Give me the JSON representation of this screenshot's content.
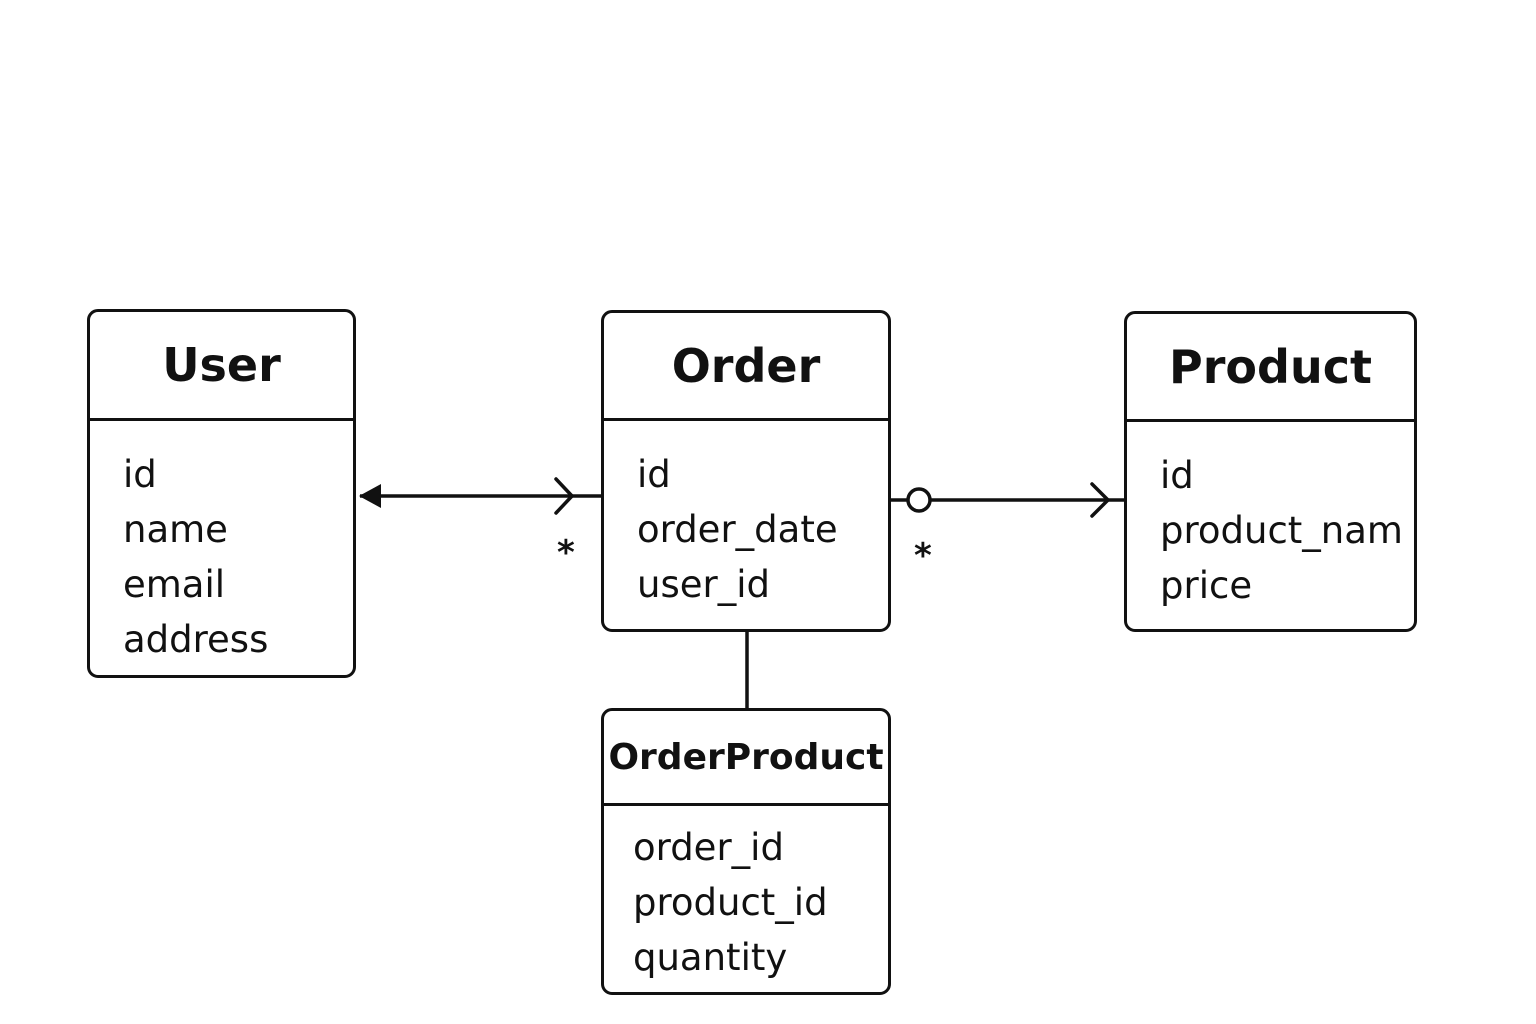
{
  "diagram": {
    "entities": {
      "user": {
        "title": "User",
        "fields": [
          "id",
          "name",
          "email",
          "address"
        ]
      },
      "order": {
        "title": "Order",
        "fields": [
          "id",
          "order_date",
          "user_id"
        ]
      },
      "product": {
        "title": "Product",
        "fields": [
          "id",
          "product_nam",
          "price"
        ]
      },
      "order_product": {
        "title": "OrderProduct",
        "fields": [
          "order_id",
          "product_id",
          "quantity"
        ]
      }
    },
    "relationships": {
      "user_order": {
        "from": "User",
        "to": "Order",
        "multiplicity": "*"
      },
      "order_product": {
        "from": "Order",
        "to": "Product",
        "multiplicity": "*"
      },
      "order_orderproduct": {
        "from": "Order",
        "to": "OrderProduct"
      }
    },
    "colors": {
      "line": "#111111",
      "background": "#ffffff"
    }
  }
}
